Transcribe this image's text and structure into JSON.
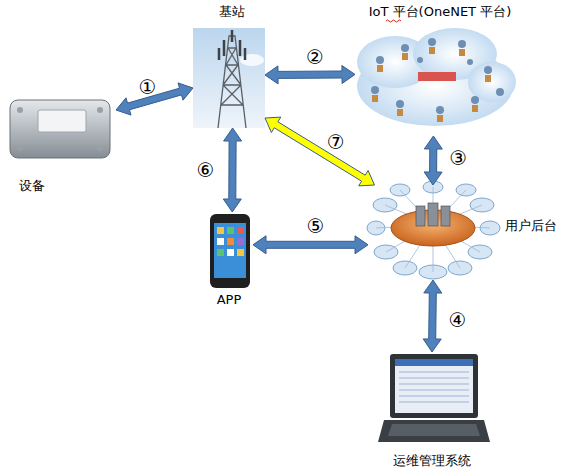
{
  "diagram": {
    "nodes": [
      {
        "text": [
          "基站"
        ]
      },
      {
        "text": [
          "IoT 平台(OneNET 平台)"
        ]
      },
      {
        "text": [
          "设备"
        ]
      },
      {
        "text": [
          "APP"
        ]
      },
      {
        "text": [
          "用户后台"
        ]
      },
      {
        "text": [
          "运维管理系统"
        ]
      }
    ],
    "edges": [
      {
        "from": 2,
        "to": 0,
        "arrow": "both",
        "label": "①"
      },
      {
        "from": 0,
        "to": 1,
        "arrow": "both",
        "label": "②"
      },
      {
        "from": 1,
        "to": 4,
        "arrow": "both",
        "label": "③"
      },
      {
        "from": 4,
        "to": 5,
        "arrow": "both",
        "label": "④"
      },
      {
        "from": 3,
        "to": 4,
        "arrow": "both",
        "label": "⑤"
      },
      {
        "from": 0,
        "to": 3,
        "arrow": "both",
        "label": "⑥"
      },
      {
        "from": 0,
        "to": 4,
        "arrow": "both",
        "label": "⑦"
      }
    ]
  }
}
